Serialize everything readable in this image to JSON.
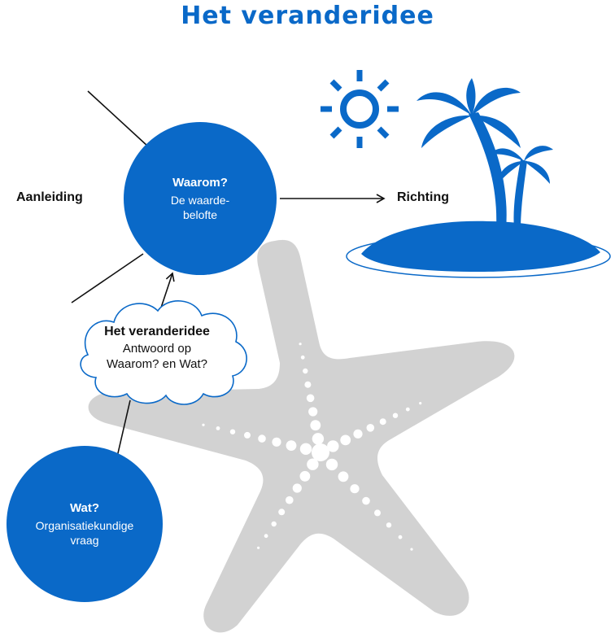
{
  "title": "Het veranderidee",
  "colors": {
    "brand_blue": "#0a69c8",
    "starfish_gray": "#d2d2d2",
    "text": "#111111"
  },
  "labels": {
    "left": "Aanleiding",
    "right": "Richting"
  },
  "why_circle": {
    "heading": "Waarom?",
    "line1": "De waarde-",
    "line2": "belofte"
  },
  "what_circle": {
    "heading": "Wat?",
    "line1": "Organisatiekundige",
    "line2": "vraag"
  },
  "cloud": {
    "heading": "Het veranderidee",
    "line1": "Antwoord op",
    "line2": "Waarom? en Wat?"
  },
  "icons": [
    "sun-icon",
    "palm-island-icon",
    "starfish-icon"
  ]
}
